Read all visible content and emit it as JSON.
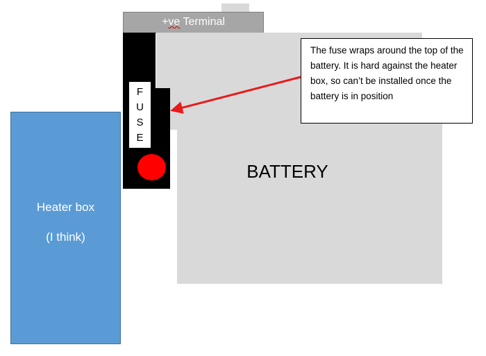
{
  "terminal": {
    "prefix": "+",
    "underlined": "ve",
    "suffix": " Terminal"
  },
  "fuse": {
    "letters": [
      "F",
      "U",
      "S",
      "E"
    ]
  },
  "battery": {
    "label": "BATTERY"
  },
  "heater": {
    "line1": "Heater box",
    "line2": "(I think)"
  },
  "note": {
    "text": "The fuse wraps around the top of the battery. It is hard against the heater box, so can’t be installed once the battery is in position"
  },
  "colors": {
    "battery": "#d9d9d9",
    "terminal": "#a6a6a6",
    "fuse": "#000000",
    "fuse_dot": "#ff0000",
    "heater": "#5b9bd5",
    "arrow": "#e81a1a"
  }
}
